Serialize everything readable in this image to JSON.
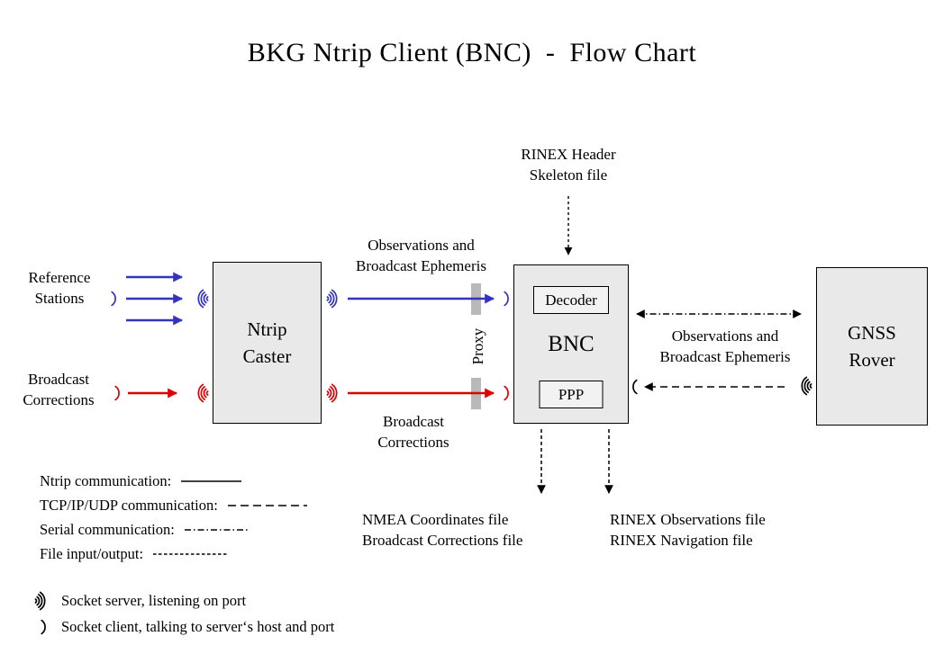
{
  "title": "BKG Ntrip Client (BNC)  -  Flow Chart",
  "colors": {
    "blue": "#3333bb",
    "red": "#dd0000",
    "box_fill": "#e9e9e9",
    "box_border": "#000000",
    "proxy_bar": "#b9b9b9",
    "background": "#ffffff"
  },
  "nodes": {
    "ntrip_caster": {
      "lines": [
        "Ntrip",
        "Caster"
      ]
    },
    "bnc": {
      "label": "BNC",
      "decoder": "Decoder",
      "ppp": "PPP"
    },
    "gnss_rover": {
      "lines": [
        "GNSS",
        "Rover"
      ]
    }
  },
  "labels": {
    "reference_stations": [
      "Reference",
      "Stations"
    ],
    "broadcast_corrections_left": [
      "Broadcast",
      "Corrections"
    ],
    "observations_top": [
      "Observations and",
      "Broadcast Ephemeris"
    ],
    "broadcast_corrections_mid": [
      "Broadcast",
      "Corrections"
    ],
    "rinex_header": [
      "RINEX Header",
      "Skeleton file"
    ],
    "observations_right": [
      "Observations and",
      "Broadcast Ephemeris"
    ],
    "proxy": "Proxy",
    "nmea_files": [
      "NMEA Coordinates file",
      "Broadcast Corrections file"
    ],
    "rinex_files": [
      "RINEX Observations file",
      "RINEX Navigation file"
    ]
  },
  "legend": {
    "line_types": [
      {
        "label": "Ntrip communication:",
        "style": "solid"
      },
      {
        "label": "TCP/IP/UDP communication:",
        "style": "dashed"
      },
      {
        "label": "Serial communication:",
        "style": "dash-dot"
      },
      {
        "label": "File input/output:",
        "style": "fine-dash"
      }
    ],
    "sockets": [
      {
        "icon": "socket-server-icon",
        "label": "Socket server, listening on port"
      },
      {
        "icon": "socket-client-icon",
        "label": "Socket client, talking to server‘s host and port"
      }
    ]
  }
}
